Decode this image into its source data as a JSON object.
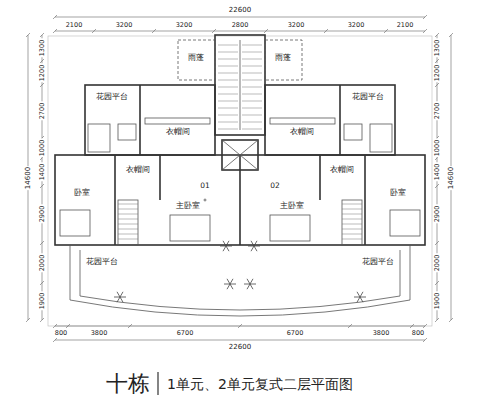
{
  "diagram": {
    "title": "十栋",
    "caption": "1单元、2单元复式二层平面图",
    "labels": [
      "22600",
      "2100",
      "3200",
      "3200",
      "2800",
      "3200",
      "3200",
      "2100",
      "1300",
      "1200",
      "2700",
      "1000",
      "1400",
      "2900",
      "2000",
      "1900",
      "14600",
      "1300",
      "1200",
      "2700",
      "1000",
      "1400",
      "2900",
      "2000",
      "1900",
      "14600",
      "雨蓬",
      "雨蓬",
      "花园平台",
      "花园平台",
      "衣帽间",
      "衣帽间",
      "衣帽间",
      "衣帽间",
      "卧室",
      "卧室",
      "01",
      "02",
      "主卧室",
      "主卧室",
      "花园平台",
      "花园平台",
      "800",
      "3800",
      "6700",
      "6700",
      "3800",
      "800",
      "22600"
    ]
  }
}
